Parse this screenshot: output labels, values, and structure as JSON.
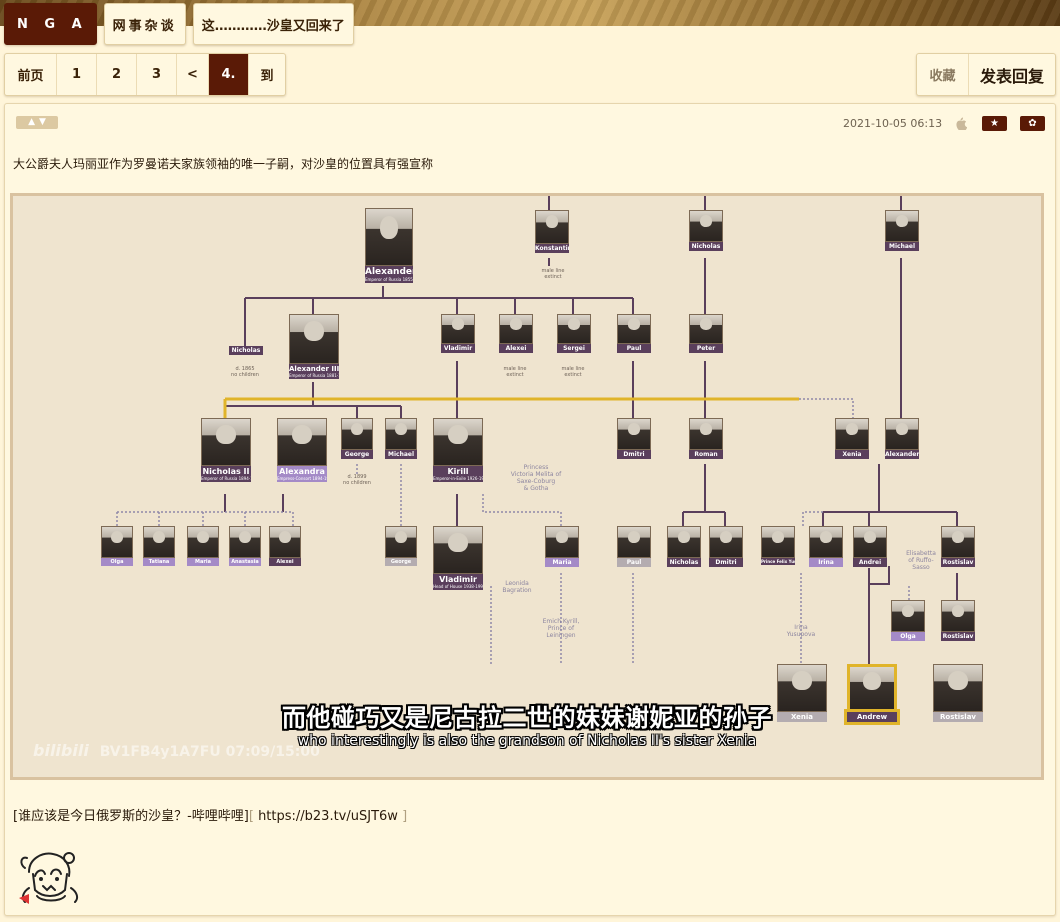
{
  "breadcrumb": {
    "logo": "N G A",
    "forum": "网事杂谈",
    "thread": "这…………沙皇又回来了"
  },
  "pager": {
    "first": "前页",
    "pages": [
      "1",
      "2",
      "3"
    ],
    "prev": "<",
    "current": "4.",
    "goto": "到"
  },
  "actions": {
    "favorite": "收藏",
    "reply": "发表回复"
  },
  "post": {
    "time": "2021-10-05 06:13",
    "text": "大公爵夫人玛丽亚作为罗曼诺夫家族领袖的唯一子嗣，对沙皇的位置具有强宣称",
    "link_label": "[谁应该是今日俄罗斯的沙皇？-哔哩哔哩]",
    "link_open": "[",
    "link_url": "https://b23.tv/uSJT6w",
    "link_close": "]",
    "buttons": {
      "star": "★",
      "gear": "✿"
    }
  },
  "video": {
    "subtitle_cn": "而他碰巧又是尼古拉二世的妹妹谢妮亚的孙子",
    "subtitle_en": "who interestingly is also the grandson of Nicholas II's sister Xenia",
    "watermark_logo": "bilibili",
    "watermark_text": "BV1FB4y1A7FU 07:09/15:00",
    "people": [
      {
        "id": "alexander2",
        "name": "Alexander II",
        "sub": "Emperor of Russia\n1855-1881"
      },
      {
        "id": "konstantin",
        "name": "Konstantin",
        "sub": ""
      },
      {
        "id": "nicholas_n",
        "name": "Nicholas",
        "sub": ""
      },
      {
        "id": "michael_m",
        "name": "Michael",
        "sub": ""
      },
      {
        "id": "nicholas_a",
        "name": "Nicholas",
        "sub": ""
      },
      {
        "id": "alexander3",
        "name": "Alexander III",
        "sub": "Emperor of Russia\n1881-1894"
      },
      {
        "id": "vladimir",
        "name": "Vladimir",
        "sub": ""
      },
      {
        "id": "alexei",
        "name": "Alexei",
        "sub": ""
      },
      {
        "id": "sergei",
        "name": "Sergei",
        "sub": ""
      },
      {
        "id": "paul",
        "name": "Paul",
        "sub": ""
      },
      {
        "id": "peter",
        "name": "Peter",
        "sub": ""
      },
      {
        "id": "nicholas2",
        "name": "Nicholas II",
        "sub": "Emperor of Russia\n1894-1917"
      },
      {
        "id": "alexandra",
        "name": "Alexandra",
        "sub": "Empress-Consort\n1894-1917"
      },
      {
        "id": "george_g",
        "name": "George",
        "sub": ""
      },
      {
        "id": "michael_g",
        "name": "Michael",
        "sub": ""
      },
      {
        "id": "kirill",
        "name": "Kirill",
        "sub": "Emperor-in-Exile\n1926-1938"
      },
      {
        "id": "dmitri_p",
        "name": "Dmitri",
        "sub": ""
      },
      {
        "id": "roman",
        "name": "Roman",
        "sub": ""
      },
      {
        "id": "xenia",
        "name": "Xenia",
        "sub": ""
      },
      {
        "id": "alexander_x",
        "name": "Alexander",
        "sub": ""
      },
      {
        "id": "olga_n",
        "name": "Olga",
        "sub": ""
      },
      {
        "id": "tatiana",
        "name": "Tatiana",
        "sub": ""
      },
      {
        "id": "maria_n",
        "name": "Maria",
        "sub": ""
      },
      {
        "id": "anastasia",
        "name": "Anastasia",
        "sub": ""
      },
      {
        "id": "alexei_n",
        "name": "Alexei",
        "sub": ""
      },
      {
        "id": "george_m",
        "name": "George",
        "sub": ""
      },
      {
        "id": "vladimir_k",
        "name": "Vladimir",
        "sub": "Head of House\n1938-1992"
      },
      {
        "id": "maria_k",
        "name": "Maria",
        "sub": ""
      },
      {
        "id": "paul_d",
        "name": "Paul",
        "sub": ""
      },
      {
        "id": "nicholas_r",
        "name": "Nicholas",
        "sub": ""
      },
      {
        "id": "dmitri_r",
        "name": "Dmitri",
        "sub": ""
      },
      {
        "id": "prince_felix",
        "name": "Prince Felix Yusupov",
        "sub": ""
      },
      {
        "id": "irina",
        "name": "Irina",
        "sub": ""
      },
      {
        "id": "andrei",
        "name": "Andrei",
        "sub": ""
      },
      {
        "id": "rostislav_a",
        "name": "Rostislav",
        "sub": ""
      },
      {
        "id": "olga_a",
        "name": "Olga",
        "sub": ""
      },
      {
        "id": "rostislav_b",
        "name": "Rostislav",
        "sub": ""
      },
      {
        "id": "xenia_y",
        "name": "Xenia",
        "sub": ""
      },
      {
        "id": "andrew",
        "name": "Andrew",
        "sub": ""
      },
      {
        "id": "rostislav_c",
        "name": "Rostislav",
        "sub": ""
      }
    ],
    "notes": {
      "konstantin": "male line\nextinct",
      "nicholas_a": "d. 1865\nno children",
      "alexei": "male line\nextinct",
      "sergei": "male line\nextinct",
      "george_g": "d. 1899\nno children",
      "victoria": "Princess\nVictoria Melita of\nSaxe-Coburg\n& Gotha",
      "leonida": "Leonida\nBagration",
      "emich": "Emich Kyrill,\nPrince of\nLeiningen",
      "irina_y": "Irina\nYusupova",
      "elisabetta": "Elisabetta\nof Ruffo-\nSasso"
    }
  }
}
